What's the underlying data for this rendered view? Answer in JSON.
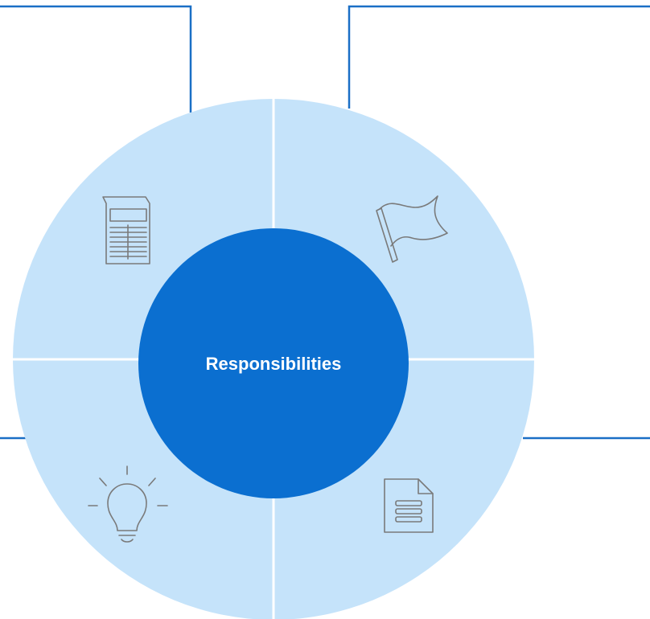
{
  "center": {
    "label": "Responsibilities"
  },
  "quadrants": [
    {
      "position": "top-left",
      "icon": "newspaper-icon"
    },
    {
      "position": "top-right",
      "icon": "flag-icon"
    },
    {
      "position": "bottom-left",
      "icon": "lightbulb-icon"
    },
    {
      "position": "bottom-right",
      "icon": "document-icon"
    }
  ],
  "colors": {
    "ring": "#c5e3fa",
    "center": "#0b6fd0",
    "connector": "#1a6fc6",
    "divider": "#ffffff",
    "icon": "#7a7a7a",
    "background": "#ffffff"
  }
}
